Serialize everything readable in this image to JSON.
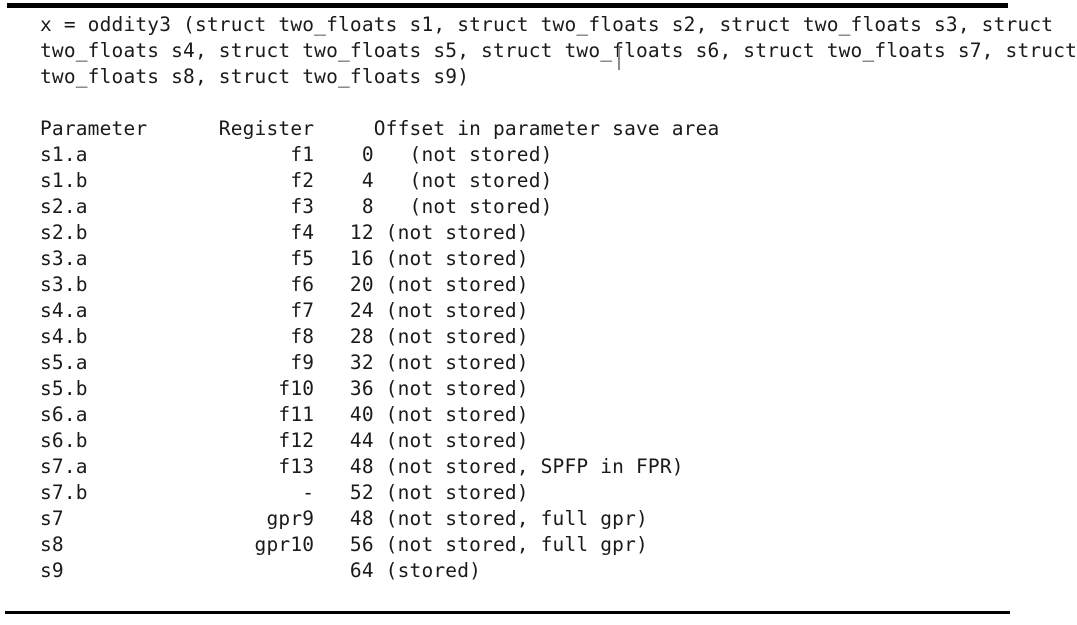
{
  "document": {
    "type": "code-listing-figure",
    "background_color": "#ffffff",
    "text_color": "#1a1a1a",
    "rule_color": "#000000",
    "caret_color": "#8a8a8a"
  },
  "signature": {
    "lines": [
      "x = oddity3 (struct two_floats s1, struct two_floats s2, struct two_floats s3, struct",
      "two_floats s4, struct two_floats s5, struct two_floats s6, struct two_floats s7, struct",
      "two_floats s8, struct two_floats s9)"
    ],
    "full_text": "x = oddity3 (struct two_floats s1, struct two_floats s2, struct two_floats s3, struct two_floats s4, struct two_floats s5, struct two_floats s6, struct two_floats s7, struct two_floats s8, struct two_floats s9)",
    "function_name": "oddity3",
    "caret_present": true,
    "caret_after_text": "two_float"
  },
  "table": {
    "headers": {
      "parameter": "Parameter",
      "register": "Register",
      "offset": "Offset in parameter save area"
    },
    "header_line": "Parameter      Register     Offset in parameter save area",
    "rows": [
      {
        "parameter": "s1.a",
        "register": "f1",
        "offset": "0",
        "note": "(not stored)"
      },
      {
        "parameter": "s1.b",
        "register": "f2",
        "offset": "4",
        "note": "(not stored)"
      },
      {
        "parameter": "s2.a",
        "register": "f3",
        "offset": "8",
        "note": "(not stored)"
      },
      {
        "parameter": "s2.b",
        "register": "f4",
        "offset": "12",
        "note": "(not stored)"
      },
      {
        "parameter": "s3.a",
        "register": "f5",
        "offset": "16",
        "note": "(not stored)"
      },
      {
        "parameter": "s3.b",
        "register": "f6",
        "offset": "20",
        "note": "(not stored)"
      },
      {
        "parameter": "s4.a",
        "register": "f7",
        "offset": "24",
        "note": "(not stored)"
      },
      {
        "parameter": "s4.b",
        "register": "f8",
        "offset": "28",
        "note": "(not stored)"
      },
      {
        "parameter": "s5.a",
        "register": "f9",
        "offset": "32",
        "note": "(not stored)"
      },
      {
        "parameter": "s5.b",
        "register": "f10",
        "offset": "36",
        "note": "(not stored)"
      },
      {
        "parameter": "s6.a",
        "register": "f11",
        "offset": "40",
        "note": "(not stored)"
      },
      {
        "parameter": "s6.b",
        "register": "f12",
        "offset": "44",
        "note": "(not stored)"
      },
      {
        "parameter": "s7.a",
        "register": "f13",
        "offset": "48",
        "note": "(not stored, SPFP in FPR)"
      },
      {
        "parameter": "s7.b",
        "register": "-",
        "offset": "52",
        "note": "(not stored)"
      },
      {
        "parameter": "s7",
        "register": "gpr9",
        "offset": "48",
        "note": "(not stored, full gpr)"
      },
      {
        "parameter": "s8",
        "register": "gpr10",
        "offset": "56",
        "note": "(not stored, full gpr)"
      },
      {
        "parameter": "s9",
        "register": "",
        "offset": "64",
        "note": "(stored)"
      }
    ],
    "rendered_text": "Parameter      Register     Offset in parameter save area\ns1.a                 f1    0   (not stored)\ns1.b                 f2    4   (not stored)\ns2.a                 f3    8   (not stored)\ns2.b                 f4   12 (not stored)\ns3.a                 f5   16 (not stored)\ns3.b                 f6   20 (not stored)\ns4.a                 f7   24 (not stored)\ns4.b                 f8   28 (not stored)\ns5.a                 f9   32 (not stored)\ns5.b                f10   36 (not stored)\ns6.a                f11   40 (not stored)\ns6.b                f12   44 (not stored)\ns7.a                f13   48 (not stored, SPFP in FPR)\ns7.b                  -   52 (not stored)\ns7                 gpr9   48 (not stored, full gpr)\ns8                gpr10   56 (not stored, full gpr)\ns9                        64 (stored)"
  }
}
